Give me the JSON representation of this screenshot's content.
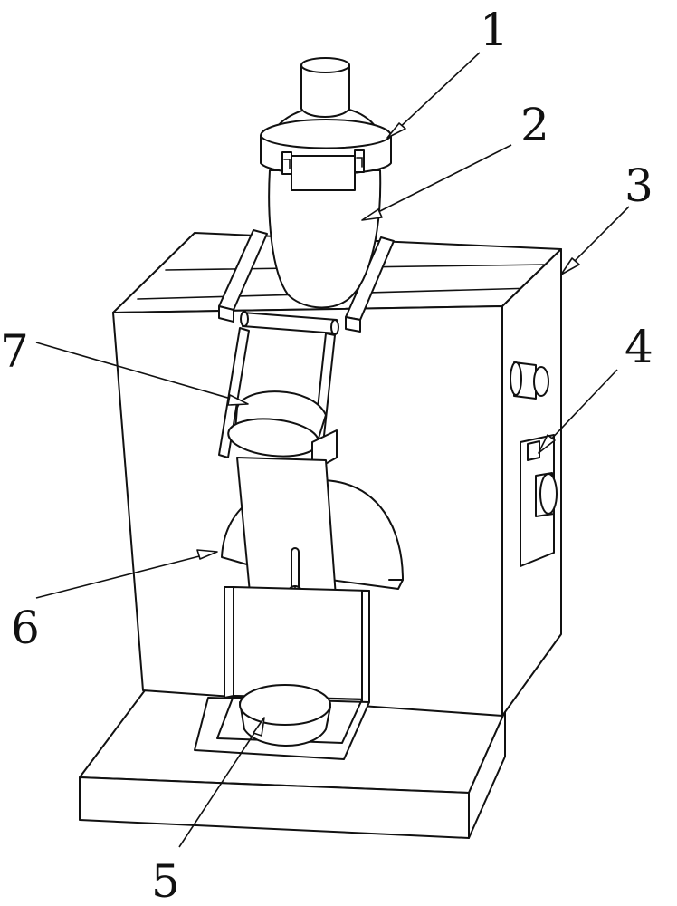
{
  "figure": {
    "callouts": [
      {
        "id": "1",
        "text": "1"
      },
      {
        "id": "2",
        "text": "2"
      },
      {
        "id": "3",
        "text": "3"
      },
      {
        "id": "4",
        "text": "4"
      },
      {
        "id": "5",
        "text": "5"
      },
      {
        "id": "6",
        "text": "6"
      },
      {
        "id": "7",
        "text": "7"
      }
    ]
  },
  "colors": {
    "line": "#111111",
    "background": "#ffffff"
  }
}
